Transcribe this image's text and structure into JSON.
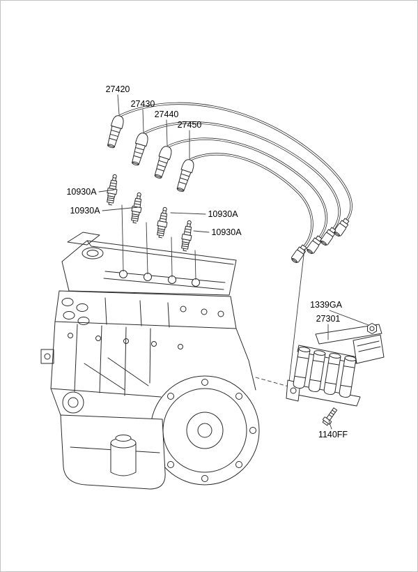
{
  "diagram": {
    "labels": [
      {
        "part_no": "27420"
      },
      {
        "part_no": "27430"
      },
      {
        "part_no": "27440"
      },
      {
        "part_no": "27450"
      },
      {
        "part_no": "10930A"
      },
      {
        "part_no": "10930A"
      },
      {
        "part_no": "10930A"
      },
      {
        "part_no": "10930A"
      },
      {
        "part_no": "1339GA"
      },
      {
        "part_no": "27301"
      },
      {
        "part_no": "1140FF"
      }
    ]
  }
}
